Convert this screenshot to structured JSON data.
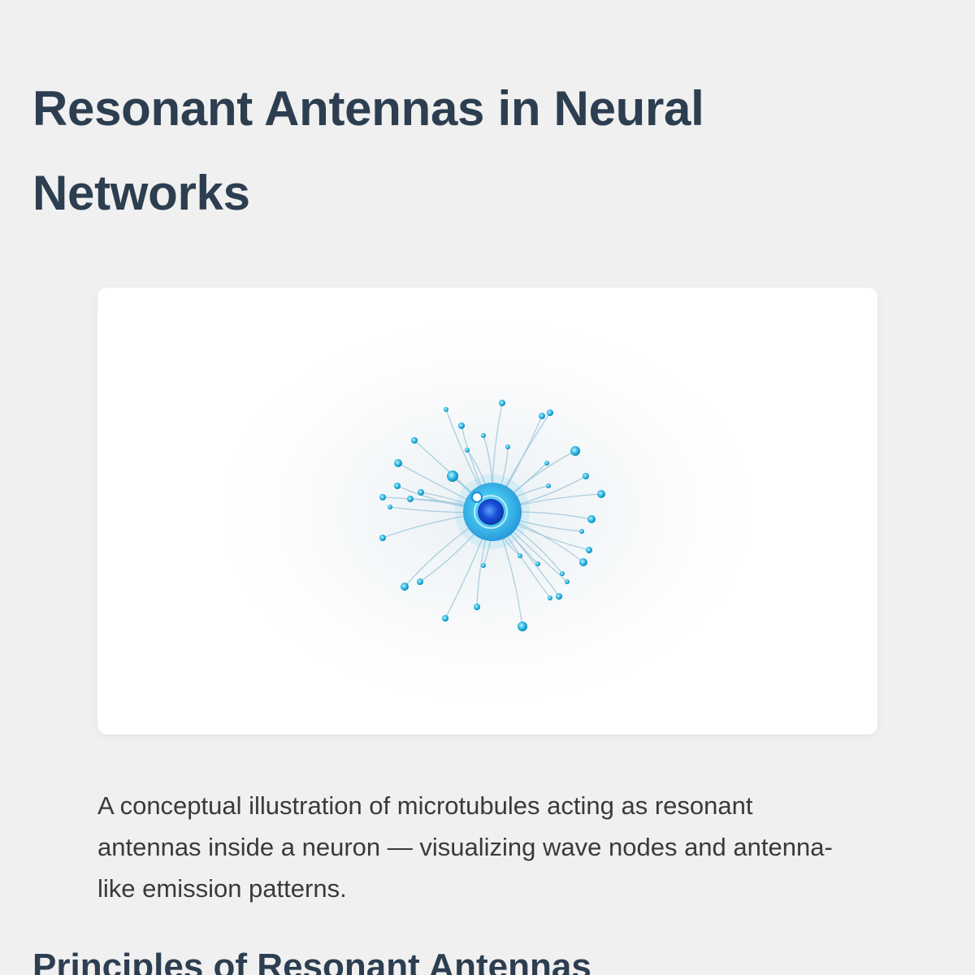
{
  "article": {
    "title": "Resonant Antennas in Neural Networks",
    "figure": {
      "icon": "neuron-illustration",
      "caption": "A conceptual illustration of microtubules acting as resonant antennas inside a neuron — visualizing wave nodes and antenna-like emission patterns."
    },
    "section_heading": "Principles of Resonant Antennas"
  },
  "colors": {
    "heading": "#2c3e50",
    "body_text": "#3a3a3a",
    "page_background": "#f0f0f0",
    "card_background": "#ffffff",
    "node_cyan": "#29b6e0",
    "core_blue": "#1565d8"
  }
}
